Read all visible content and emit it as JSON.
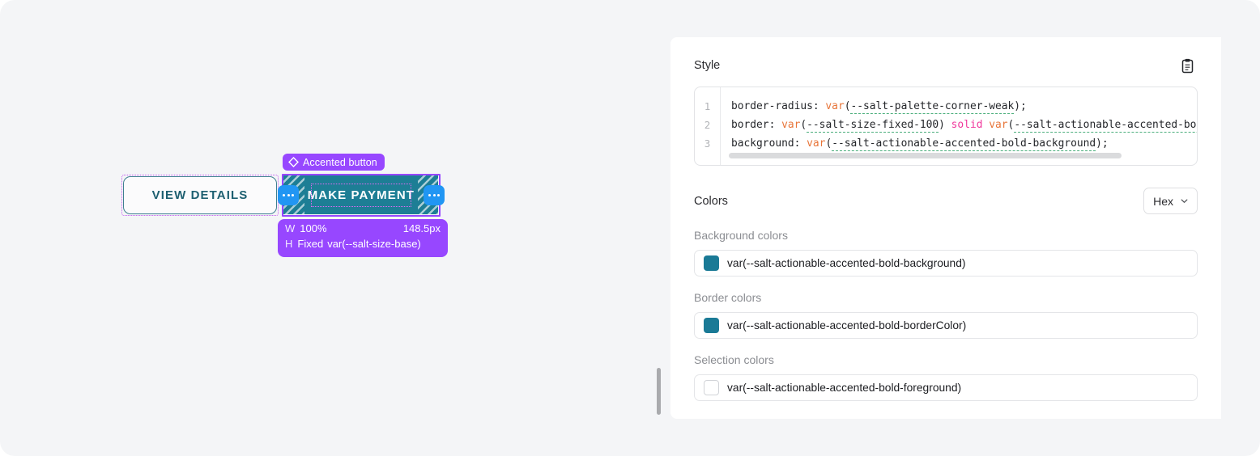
{
  "preview": {
    "selection_badge": {
      "icon": "diamond-icon",
      "label": "Accented button"
    },
    "secondary_button": {
      "label": "VIEW DETAILS"
    },
    "primary_button": {
      "label": "MAKE PAYMENT",
      "left_handle": "ellipsis-handle",
      "right_handle": "ellipsis-handle"
    },
    "dimensions_tooltip": {
      "width_key": "W",
      "width_mode": "100%",
      "width_value": "148.5px",
      "height_key": "H",
      "height_mode": "Fixed",
      "height_value": "var(--salt-size-base)"
    }
  },
  "inspector": {
    "style": {
      "title": "Style",
      "copy_icon": "clipboard-icon",
      "line_numbers": [
        "1",
        "2",
        "3"
      ],
      "lines": [
        {
          "segments": [
            {
              "t": "border-radius: ",
              "k": "plain"
            },
            {
              "t": "var",
              "k": "fn"
            },
            {
              "t": "(",
              "k": "plain"
            },
            {
              "t": "--salt-palette-corner-weak",
              "k": "var"
            },
            {
              "t": ");",
              "k": "plain"
            }
          ]
        },
        {
          "segments": [
            {
              "t": "border: ",
              "k": "plain"
            },
            {
              "t": "var",
              "k": "fn"
            },
            {
              "t": "(",
              "k": "plain"
            },
            {
              "t": "--salt-size-fixed-100",
              "k": "var"
            },
            {
              "t": ") ",
              "k": "plain"
            },
            {
              "t": "solid",
              "k": "kw"
            },
            {
              "t": " ",
              "k": "plain"
            },
            {
              "t": "var",
              "k": "fn"
            },
            {
              "t": "(",
              "k": "plain"
            },
            {
              "t": "--salt-actionable-accented-bold-borderColor",
              "k": "var"
            },
            {
              "t": ");",
              "k": "plain"
            }
          ]
        },
        {
          "segments": [
            {
              "t": "background: ",
              "k": "plain"
            },
            {
              "t": "var",
              "k": "fn"
            },
            {
              "t": "(",
              "k": "plain"
            },
            {
              "t": "--salt-actionable-accented-bold-background",
              "k": "var"
            },
            {
              "t": ");",
              "k": "plain"
            }
          ]
        }
      ]
    },
    "colors": {
      "title": "Colors",
      "format_select": {
        "value": "Hex",
        "icon": "chevron-down-icon"
      },
      "groups": [
        {
          "label": "Background colors",
          "swatch_color": "#1a7a96",
          "value": "var(--salt-actionable-accented-bold-background)"
        },
        {
          "label": "Border colors",
          "swatch_color": "#1a7a96",
          "value": "var(--salt-actionable-accented-bold-borderColor)"
        },
        {
          "label": "Selection colors",
          "swatch_color": "#ffffff",
          "value": "var(--salt-actionable-accented-bold-foreground)"
        }
      ]
    }
  },
  "theme": {
    "accent_purple": "#9747ff",
    "teal": "#1d7e95",
    "handle_blue": "#2196f3",
    "page_bg": "#f4f5f7"
  }
}
